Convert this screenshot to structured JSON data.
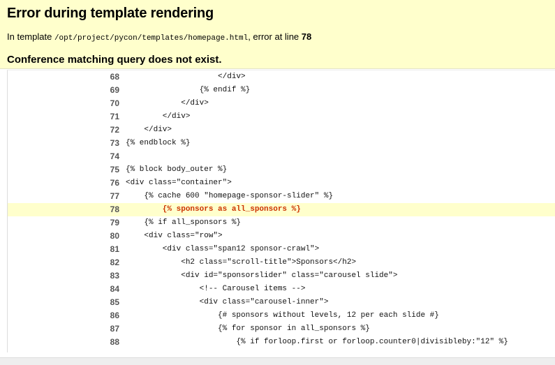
{
  "header": {
    "title": "Error during template rendering",
    "subtitle_prefix": "In template ",
    "template_path": "/opt/project/pycon/templates/homepage.html",
    "subtitle_middle": ", error at line ",
    "error_line": "78",
    "message": "Conference matching query does not exist."
  },
  "source": {
    "highlight_line": "78",
    "lines": [
      {
        "num": "68",
        "code": "                    </div>"
      },
      {
        "num": "69",
        "code": "                {% endif %}"
      },
      {
        "num": "70",
        "code": "            </div>"
      },
      {
        "num": "71",
        "code": "        </div>"
      },
      {
        "num": "72",
        "code": "    </div>"
      },
      {
        "num": "73",
        "code": "{% endblock %}"
      },
      {
        "num": "74",
        "code": ""
      },
      {
        "num": "75",
        "code": "{% block body_outer %}"
      },
      {
        "num": "76",
        "code": "<div class=\"container\">"
      },
      {
        "num": "77",
        "code": "    {% cache 600 \"homepage-sponsor-slider\" %}"
      },
      {
        "num": "78",
        "code": "        {% sponsors as all_sponsors %}"
      },
      {
        "num": "79",
        "code": "    {% if all_sponsors %}"
      },
      {
        "num": "80",
        "code": "    <div class=\"row\">"
      },
      {
        "num": "81",
        "code": "        <div class=\"span12 sponsor-crawl\">"
      },
      {
        "num": "82",
        "code": "            <h2 class=\"scroll-title\">Sponsors</h2>"
      },
      {
        "num": "83",
        "code": "            <div id=\"sponsorslider\" class=\"carousel slide\">"
      },
      {
        "num": "84",
        "code": "                <!-- Carousel items -->"
      },
      {
        "num": "85",
        "code": "                <div class=\"carousel-inner\">"
      },
      {
        "num": "86",
        "code": "                    {# sponsors without levels, 12 per each slide #}"
      },
      {
        "num": "87",
        "code": "                    {% for sponsor in all_sponsors %}"
      },
      {
        "num": "88",
        "code": "                        {% if forloop.first or forloop.counter0|divisibleby:\"12\" %}"
      }
    ]
  },
  "colors": {
    "header_background": "#ffffcc",
    "highlight_background": "#ffffcc",
    "highlight_text": "#cc3300",
    "line_number": "#555555"
  }
}
